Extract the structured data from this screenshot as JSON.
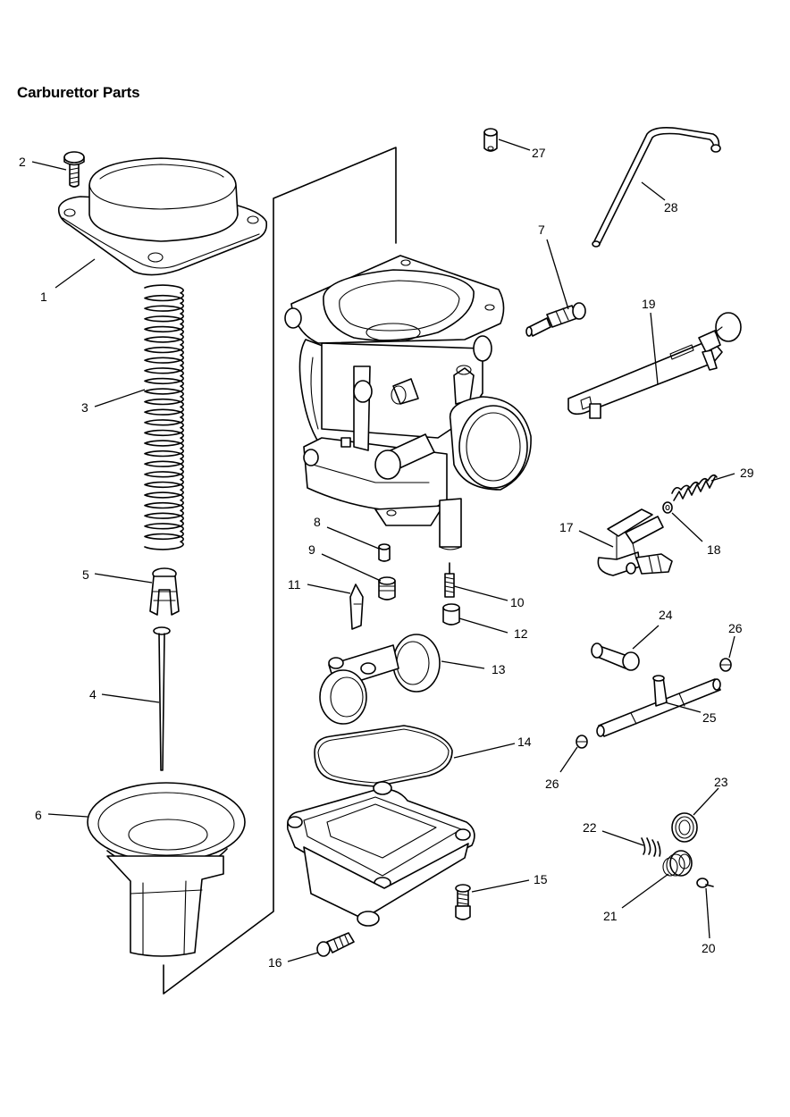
{
  "title": "Carburettor Parts",
  "callouts": [
    {
      "id": "c1",
      "text": "1"
    },
    {
      "id": "c2",
      "text": "2"
    },
    {
      "id": "c3",
      "text": "3"
    },
    {
      "id": "c4",
      "text": "4"
    },
    {
      "id": "c5",
      "text": "5"
    },
    {
      "id": "c6",
      "text": "6"
    },
    {
      "id": "c7",
      "text": "7"
    },
    {
      "id": "c8",
      "text": "8"
    },
    {
      "id": "c9",
      "text": "9"
    },
    {
      "id": "c10",
      "text": "10"
    },
    {
      "id": "c11",
      "text": "11"
    },
    {
      "id": "c12",
      "text": "12"
    },
    {
      "id": "c13",
      "text": "13"
    },
    {
      "id": "c14",
      "text": "14"
    },
    {
      "id": "c15",
      "text": "15"
    },
    {
      "id": "c16",
      "text": "16"
    },
    {
      "id": "c17",
      "text": "17"
    },
    {
      "id": "c18",
      "text": "18"
    },
    {
      "id": "c19",
      "text": "19"
    },
    {
      "id": "c20",
      "text": "20"
    },
    {
      "id": "c21",
      "text": "21"
    },
    {
      "id": "c22",
      "text": "22"
    },
    {
      "id": "c23",
      "text": "23"
    },
    {
      "id": "c24",
      "text": "24"
    },
    {
      "id": "c25",
      "text": "25"
    },
    {
      "id": "c26a",
      "text": "26"
    },
    {
      "id": "c26b",
      "text": "26"
    },
    {
      "id": "c27",
      "text": "27"
    },
    {
      "id": "c28",
      "text": "28"
    },
    {
      "id": "c29",
      "text": "29"
    }
  ]
}
